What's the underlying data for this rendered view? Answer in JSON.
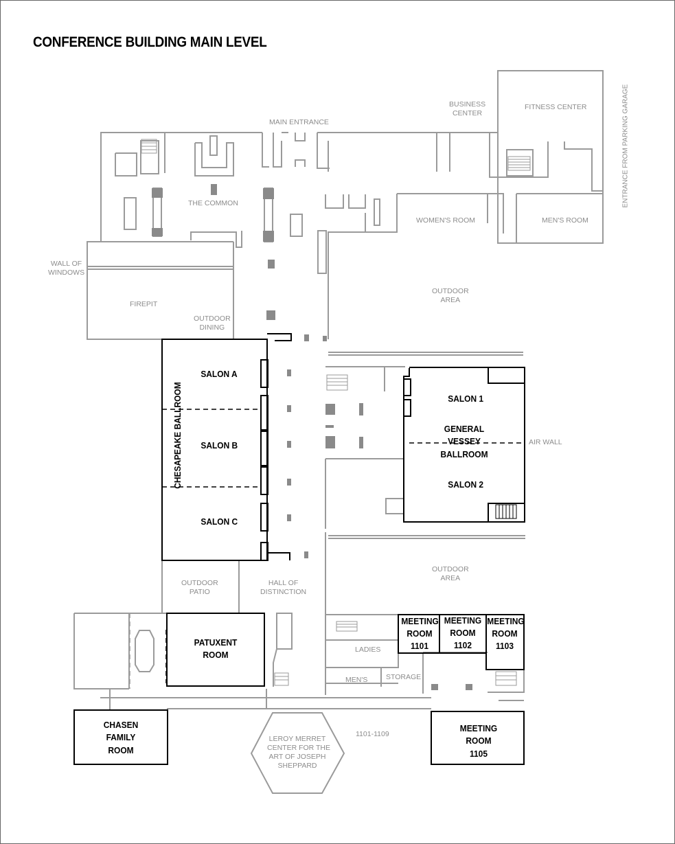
{
  "title": "CONFERENCE BUILDING MAIN LEVEL",
  "colors": {
    "wall": "#9a9a9a",
    "room_outline": "#000000",
    "fixture": "#8a8a8a",
    "label_gray": "#8c8c8c",
    "label_dark": "#000000"
  },
  "labels": {
    "main_entrance": "MAIN ENTRANCE",
    "business_center": "BUSINESS\nCENTER",
    "fitness_center": "FITNESS CENTER",
    "parking_entrance": "ENTRANCE FROM PARKING GARAGE",
    "the_common": "THE COMMON",
    "womens_room": "WOMEN'S ROOM",
    "mens_room": "MEN'S ROOM",
    "wall_of_windows": "WALL OF\nWINDOWS",
    "firepit": "FIREPIT",
    "outdoor_dining": "OUTDOOR\nDINING",
    "outdoor_area_north": "OUTDOOR\nAREA",
    "outdoor_area_south": "OUTDOOR\nAREA",
    "air_wall": "AIR WALL",
    "outdoor_patio": "OUTDOOR\nPATIO",
    "hall_of_distinction": "HALL OF\nDISTINCTION",
    "ladies": "LADIES",
    "mens": "MEN'S",
    "storage": "STORAGE",
    "room_range": "1101-1109",
    "leroy_merret": "LEROY MERRET\nCENTER FOR THE\nART OF JOSEPH\nSHEPPARD"
  },
  "rooms": {
    "chesapeake_ballroom": "CHESAPEAKE BALLROOM",
    "salon_a": "SALON A",
    "salon_b": "SALON B",
    "salon_c": "SALON C",
    "salon_1": "SALON 1",
    "salon_2": "SALON 2",
    "general_vessey_ballroom": "GENERAL\nVESSEY\nBALLROOM",
    "patuxent_room": "PATUXENT\nROOM",
    "chasen_family_room": "CHASEN\nFAMILY\nROOM",
    "meeting_room_1101": "MEETING\nROOM\n1101",
    "meeting_room_1102": "MEETING\nROOM\n1102",
    "meeting_room_1103": "MEETING\nROOM\n1103",
    "meeting_room_1105": "MEETING\nROOM\n1105"
  }
}
